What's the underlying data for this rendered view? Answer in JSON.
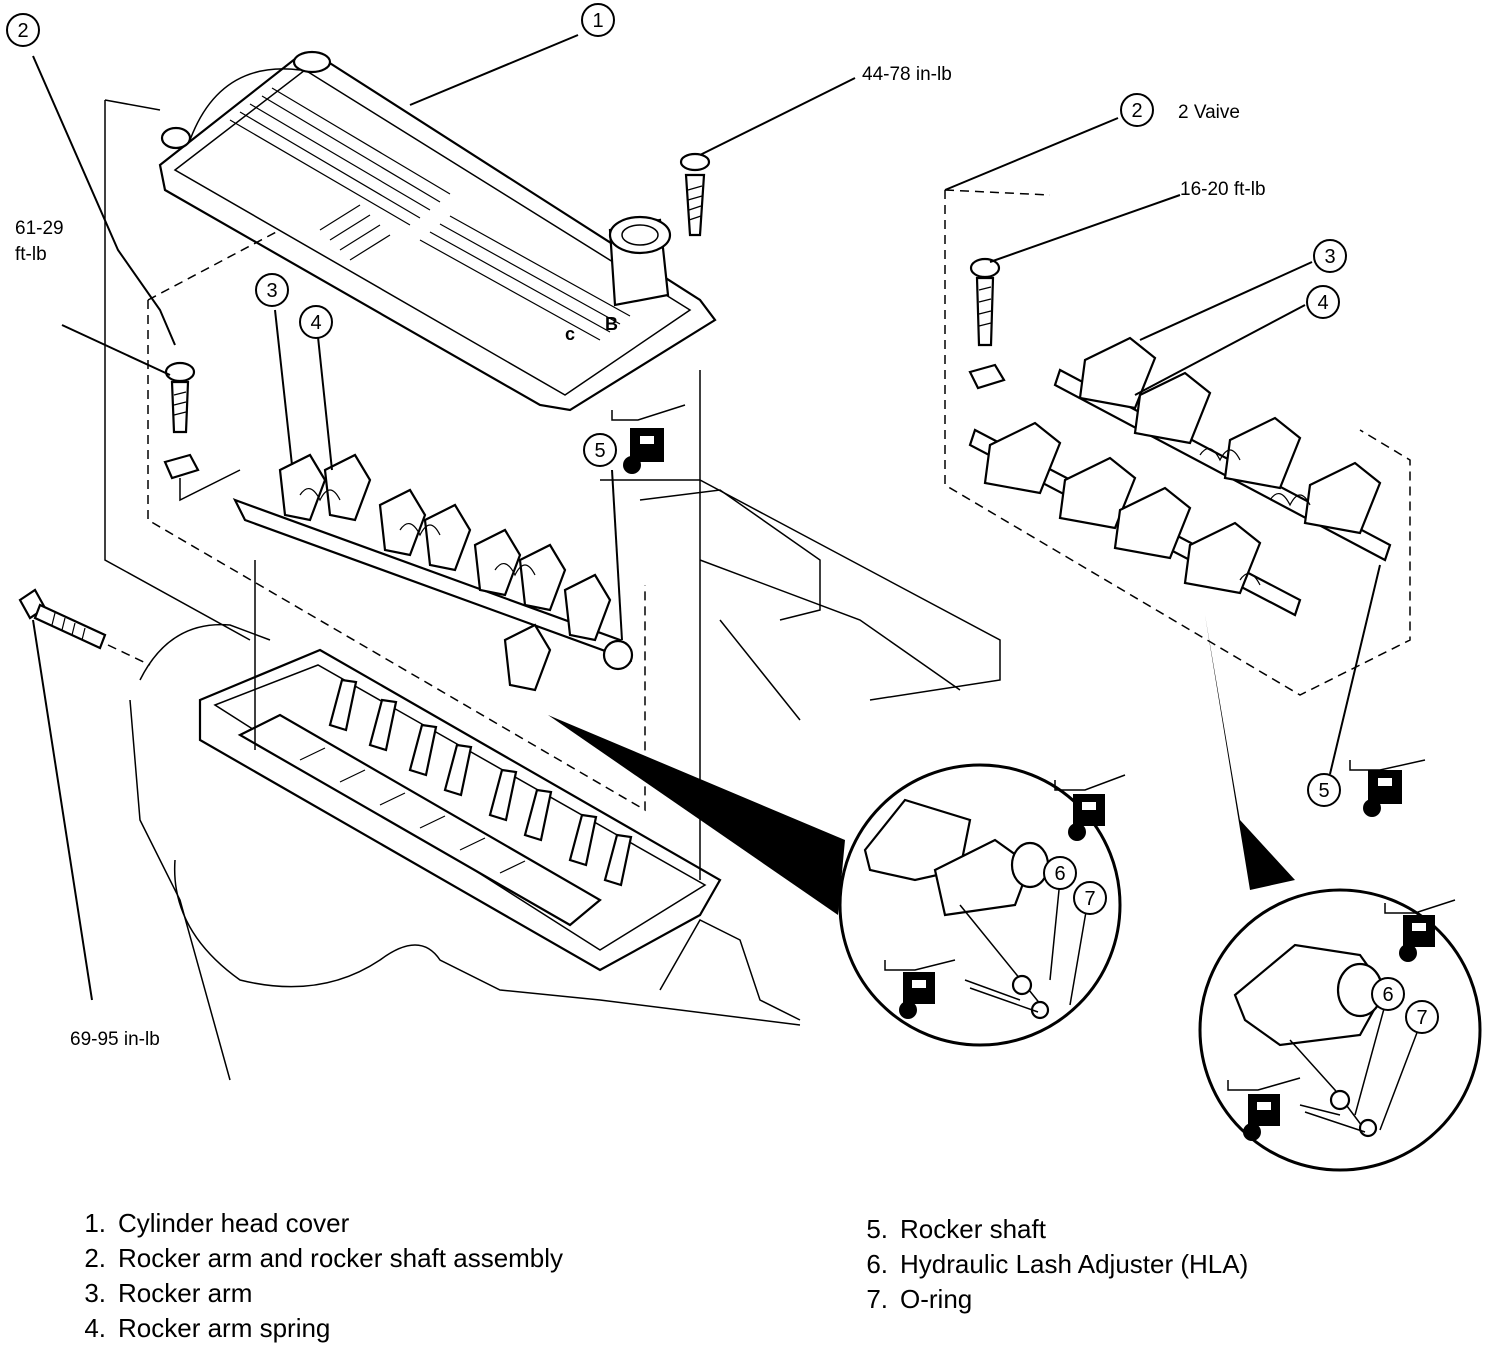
{
  "callouts": {
    "c1": "1",
    "c2_main": "2",
    "c2_valve": "2",
    "c3_main": "3",
    "c4_main": "4",
    "c5_main": "5",
    "c3_valve": "3",
    "c4_valve": "4",
    "c5_valve": "5",
    "c6_a": "6",
    "c7_a": "7",
    "c6_b": "6",
    "c7_b": "7"
  },
  "torques": {
    "cover_bolt": "44-78 in-lb",
    "shaft_bolt_line1": "61-29",
    "shaft_bolt_line2": "ft-lb",
    "valve_shaft_bolt": "16-20 ft-lb",
    "head_bolt": "69-95 in-lb"
  },
  "valve_variant_label": "2 Vaive",
  "legend": {
    "left": [
      {
        "num": "1.",
        "text": "Cylinder head cover"
      },
      {
        "num": "2.",
        "text": "Rocker arm and rocker shaft assembly"
      },
      {
        "num": "3.",
        "text": "Rocker arm"
      },
      {
        "num": "4.",
        "text": "Rocker arm spring"
      }
    ],
    "right": [
      {
        "num": "5.",
        "text": "Rocker shaft"
      },
      {
        "num": "6.",
        "text": "Hydraulic Lash Adjuster (HLA)"
      },
      {
        "num": "7.",
        "text": "O-ring"
      }
    ]
  }
}
